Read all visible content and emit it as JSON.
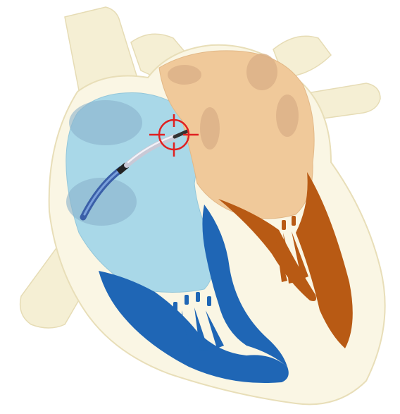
{
  "diagram": {
    "structures": [
      {
        "name": "vessels",
        "color": "#f5efd4"
      },
      {
        "name": "heart-wall",
        "color": "#faf6e4"
      },
      {
        "name": "right-atrium",
        "color": "#a9d8e8"
      },
      {
        "name": "left-atrium",
        "color": "#f0c99a"
      },
      {
        "name": "right-ventricle-muscle",
        "color": "#1f66b5"
      },
      {
        "name": "left-ventricle-muscle",
        "color": "#b85a14"
      }
    ],
    "catheter": {
      "shaft_color": "#4a78c2",
      "tip_color": "#333333"
    },
    "target_marker": {
      "color": "#e02020",
      "icon": "crosshair-icon"
    }
  }
}
